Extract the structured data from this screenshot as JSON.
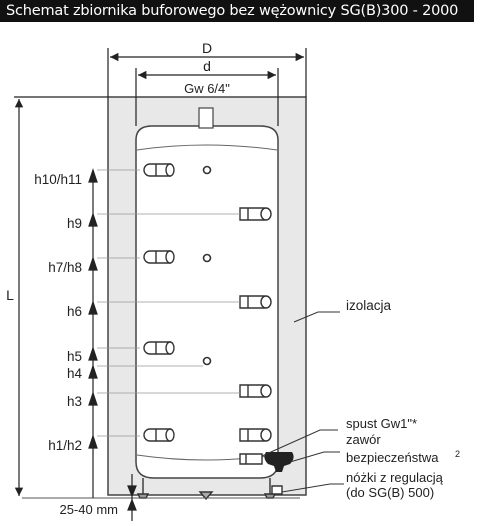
{
  "title": "Schemat zbiornika buforowego bez wężownicy SG(B)300 - 2000",
  "dimensions": {
    "outer_diameter": "D",
    "inner_diameter": "d",
    "height": "L",
    "top_connection": "Gw 6/4\"",
    "floor_gap": "25-40 mm"
  },
  "height_labels": [
    "h10/h11",
    "h9",
    "h7/h8",
    "h6",
    "h5",
    "h4",
    "h3",
    "h1/h2"
  ],
  "callouts": {
    "insulation": "izolacja",
    "drain": "spust Gw1\"*",
    "valve_line1": "zawór",
    "valve_line2": "bezpieczeństwa",
    "valve_note": "2",
    "feet_line1": "nóżki z regulacją",
    "feet_line2": "(do SG(B) 500)"
  },
  "colors": {
    "insulation": "#e8e8e8",
    "tank": "#ffffff",
    "line": "#333333",
    "title_bg": "#111111"
  }
}
